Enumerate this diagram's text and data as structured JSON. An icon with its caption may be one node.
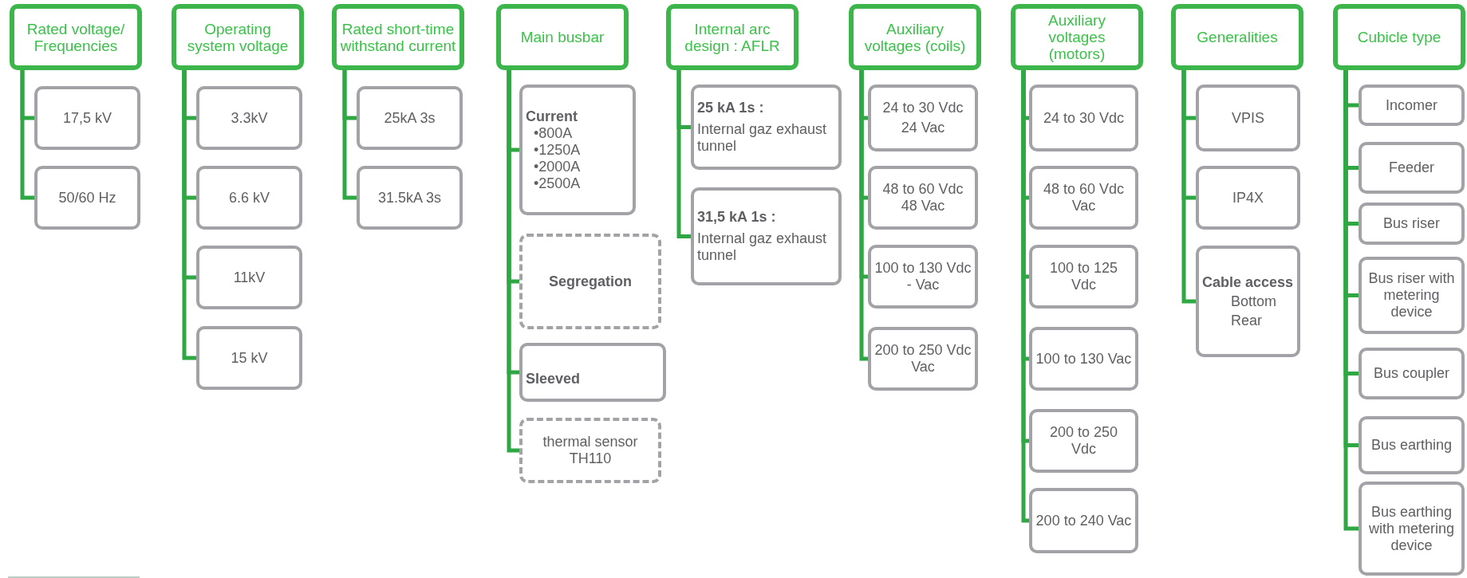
{
  "diagram": {
    "nodes": [
      {
        "text": [
          "Rated voltage/ Frequencies"
        ]
      },
      {
        "text": [
          "17,5 kV"
        ]
      },
      {
        "text": [
          "50/60 Hz"
        ]
      },
      {
        "text": [
          "Operating system voltage"
        ]
      },
      {
        "text": [
          "3.3kV"
        ]
      },
      {
        "text": [
          "6.6 kV"
        ]
      },
      {
        "text": [
          "11kV"
        ]
      },
      {
        "text": [
          "15 kV"
        ]
      },
      {
        "text": [
          "Rated short-time withstand current"
        ]
      },
      {
        "text": [
          "25kA 3s"
        ]
      },
      {
        "text": [
          "31.5kA 3s"
        ]
      },
      {
        "text": [
          "Main busbar"
        ]
      },
      {
        "text": [
          "Current",
          "•800A",
          "•1250A",
          "•2000A",
          "•2500A"
        ]
      },
      {
        "text": [
          "Segregation"
        ]
      },
      {
        "text": [
          "Sleeved"
        ]
      },
      {
        "text": [
          "thermal sensor TH110"
        ]
      },
      {
        "text": [
          "Internal arc design : AFLR"
        ]
      },
      {
        "text": [
          "25 kA 1s :",
          "Internal gaz exhaust tunnel"
        ]
      },
      {
        "text": [
          "31,5 kA 1s :",
          "Internal gaz exhaust tunnel"
        ]
      },
      {
        "text": [
          "Auxiliary voltages (coils)"
        ]
      },
      {
        "text": [
          "24 to 30 Vdc",
          "24 Vac"
        ]
      },
      {
        "text": [
          "48 to 60 Vdc",
          "48 Vac"
        ]
      },
      {
        "text": [
          "100 to 130 Vdc - Vac"
        ]
      },
      {
        "text": [
          "200 to 250 Vdc Vac"
        ]
      },
      {
        "text": [
          "Auxiliary voltages (motors)"
        ]
      },
      {
        "text": [
          "24 to 30 Vdc"
        ]
      },
      {
        "text": [
          "48 to 60 Vdc Vac"
        ]
      },
      {
        "text": [
          "100 to 125 Vdc"
        ]
      },
      {
        "text": [
          "100 to 130 Vac"
        ]
      },
      {
        "text": [
          "200 to 250 Vdc"
        ]
      },
      {
        "text": [
          "200 to 240 Vac"
        ]
      },
      {
        "text": [
          "Generalities"
        ]
      },
      {
        "text": [
          "VPIS"
        ]
      },
      {
        "text": [
          "IP4X"
        ]
      },
      {
        "text": [
          "Cable access",
          "Bottom",
          "Rear"
        ]
      },
      {
        "text": [
          "Cubicle type"
        ]
      },
      {
        "text": [
          "Incomer"
        ]
      },
      {
        "text": [
          "Feeder"
        ]
      },
      {
        "text": [
          "Bus riser"
        ]
      },
      {
        "text": [
          "Bus riser with metering device"
        ]
      },
      {
        "text": [
          "Bus coupler"
        ]
      },
      {
        "text": [
          "Bus earthing"
        ]
      },
      {
        "text": [
          "Bus earthing with metering device"
        ]
      }
    ],
    "edges": [
      {
        "from": 0,
        "to": 1,
        "arrow": "none"
      },
      {
        "from": 0,
        "to": 2,
        "arrow": "none"
      },
      {
        "from": 3,
        "to": 4,
        "arrow": "none"
      },
      {
        "from": 3,
        "to": 5,
        "arrow": "none"
      },
      {
        "from": 3,
        "to": 6,
        "arrow": "none"
      },
      {
        "from": 3,
        "to": 7,
        "arrow": "none"
      },
      {
        "from": 8,
        "to": 9,
        "arrow": "none"
      },
      {
        "from": 8,
        "to": 10,
        "arrow": "none"
      },
      {
        "from": 11,
        "to": 12,
        "arrow": "none"
      },
      {
        "from": 11,
        "to": 13,
        "arrow": "none"
      },
      {
        "from": 11,
        "to": 14,
        "arrow": "none"
      },
      {
        "from": 11,
        "to": 15,
        "arrow": "none"
      },
      {
        "from": 16,
        "to": 17,
        "arrow": "none"
      },
      {
        "from": 16,
        "to": 18,
        "arrow": "none"
      },
      {
        "from": 19,
        "to": 20,
        "arrow": "none"
      },
      {
        "from": 19,
        "to": 21,
        "arrow": "none"
      },
      {
        "from": 19,
        "to": 22,
        "arrow": "none"
      },
      {
        "from": 19,
        "to": 23,
        "arrow": "none"
      },
      {
        "from": 24,
        "to": 25,
        "arrow": "none"
      },
      {
        "from": 24,
        "to": 26,
        "arrow": "none"
      },
      {
        "from": 24,
        "to": 27,
        "arrow": "none"
      },
      {
        "from": 24,
        "to": 28,
        "arrow": "none"
      },
      {
        "from": 24,
        "to": 29,
        "arrow": "none"
      },
      {
        "from": 24,
        "to": 30,
        "arrow": "none"
      },
      {
        "from": 31,
        "to": 32,
        "arrow": "none"
      },
      {
        "from": 31,
        "to": 33,
        "arrow": "none"
      },
      {
        "from": 31,
        "to": 34,
        "arrow": "none"
      },
      {
        "from": 35,
        "to": 36,
        "arrow": "none"
      },
      {
        "from": 35,
        "to": 37,
        "arrow": "none"
      },
      {
        "from": 35,
        "to": 38,
        "arrow": "none"
      },
      {
        "from": 35,
        "to": 39,
        "arrow": "none"
      },
      {
        "from": 35,
        "to": 40,
        "arrow": "none"
      },
      {
        "from": 35,
        "to": 41,
        "arrow": "none"
      },
      {
        "from": 35,
        "to": 42,
        "arrow": "none"
      }
    ]
  }
}
